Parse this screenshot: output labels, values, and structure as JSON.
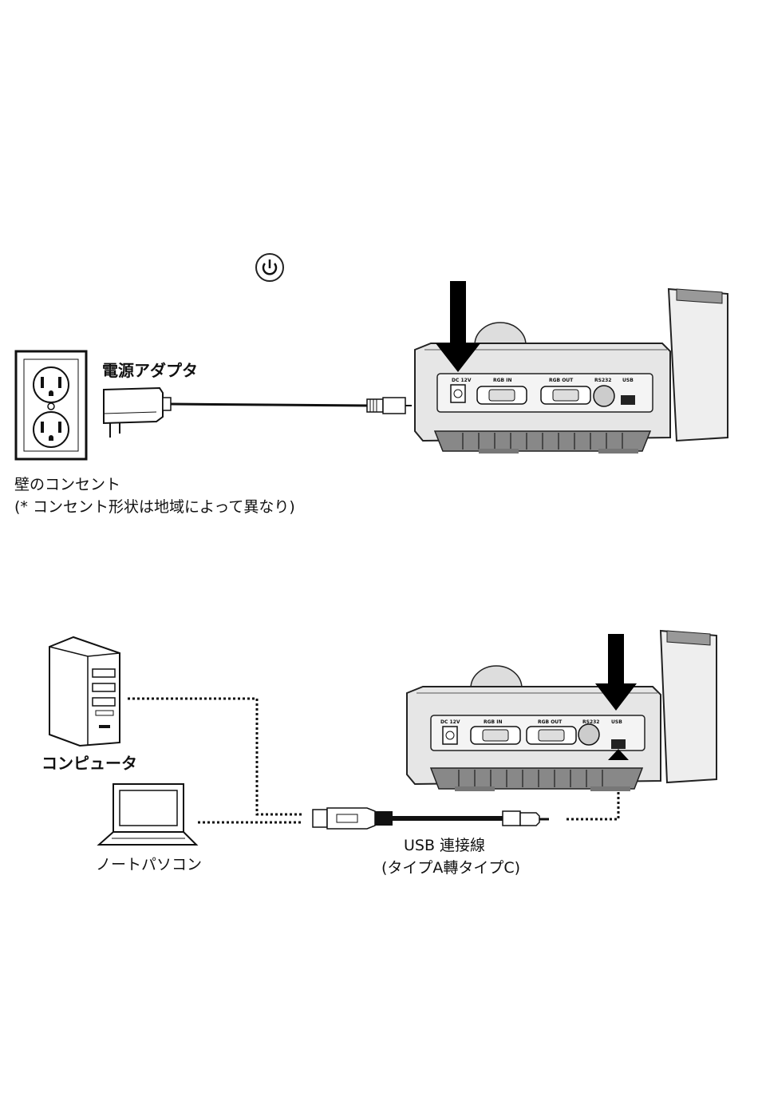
{
  "power_section": {
    "adapter_label": "電源アダプタ",
    "outlet_label": "壁のコンセント",
    "outlet_note": "(* コンセント形状は地域によって異なり)",
    "device_ports": [
      "DC 12V",
      "RGB IN",
      "RGB OUT",
      "RS232",
      "USB"
    ]
  },
  "usb_section": {
    "computer_label": "コンピュータ",
    "laptop_label": "ノートパソコン",
    "cable_label": "USB 連接線",
    "cable_note": "(タイプA轉タイプC)",
    "device_ports": [
      "DC 12V",
      "RGB IN",
      "RGB OUT",
      "RS232",
      "USB"
    ]
  },
  "icons": [
    "power-icon",
    "outlet-icon",
    "adapter-icon",
    "camera-device-icon",
    "arrow-down-icon",
    "desktop-tower-icon",
    "laptop-icon",
    "usb-cable-icon",
    "arrow-up-icon"
  ],
  "colors": {
    "line": "#000000",
    "device_body": "#d8d8d8",
    "device_dark": "#555555"
  }
}
